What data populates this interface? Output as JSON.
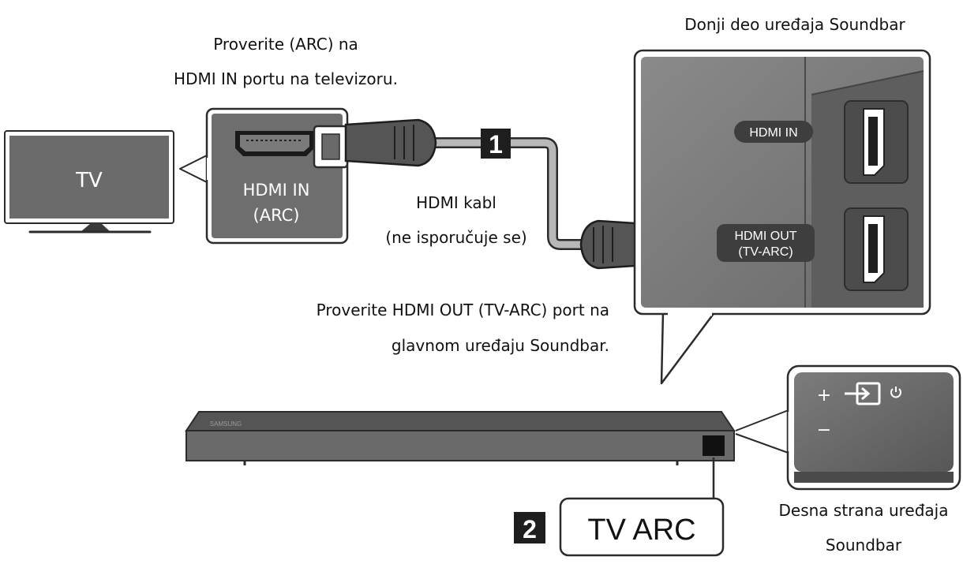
{
  "tv": {
    "label": "TV"
  },
  "tv_port": {
    "note_line1": "Proverite (ARC) na",
    "note_line2": "HDMI IN portu na televizoru.",
    "label_line1": "HDMI IN",
    "label_line2": "(ARC)"
  },
  "cable": {
    "step": "1",
    "label_line1": "HDMI kabl",
    "label_line2": "(ne isporučuje se)"
  },
  "soundbar_bottom": {
    "title": "Donji deo uređaja Soundbar",
    "port_in": "HDMI IN",
    "port_out_line1": "HDMI OUT",
    "port_out_line2": "(TV-ARC)"
  },
  "soundbar_note": {
    "line1": "Proverite HDMI OUT (TV-ARC) port na",
    "line2": "glavnom uređaju Soundbar."
  },
  "soundbar": {
    "brand": "SAMSUNG"
  },
  "side_panel": {
    "plus": "+",
    "minus": "−",
    "caption_line1": "Desna strana uređaja",
    "caption_line2": "Soundbar"
  },
  "arc": {
    "step": "2",
    "label": "TV ARC"
  },
  "colors": {
    "dark": "#5a5a5a",
    "cable": "#b4b4b4",
    "panel": "#6e6e6e"
  }
}
